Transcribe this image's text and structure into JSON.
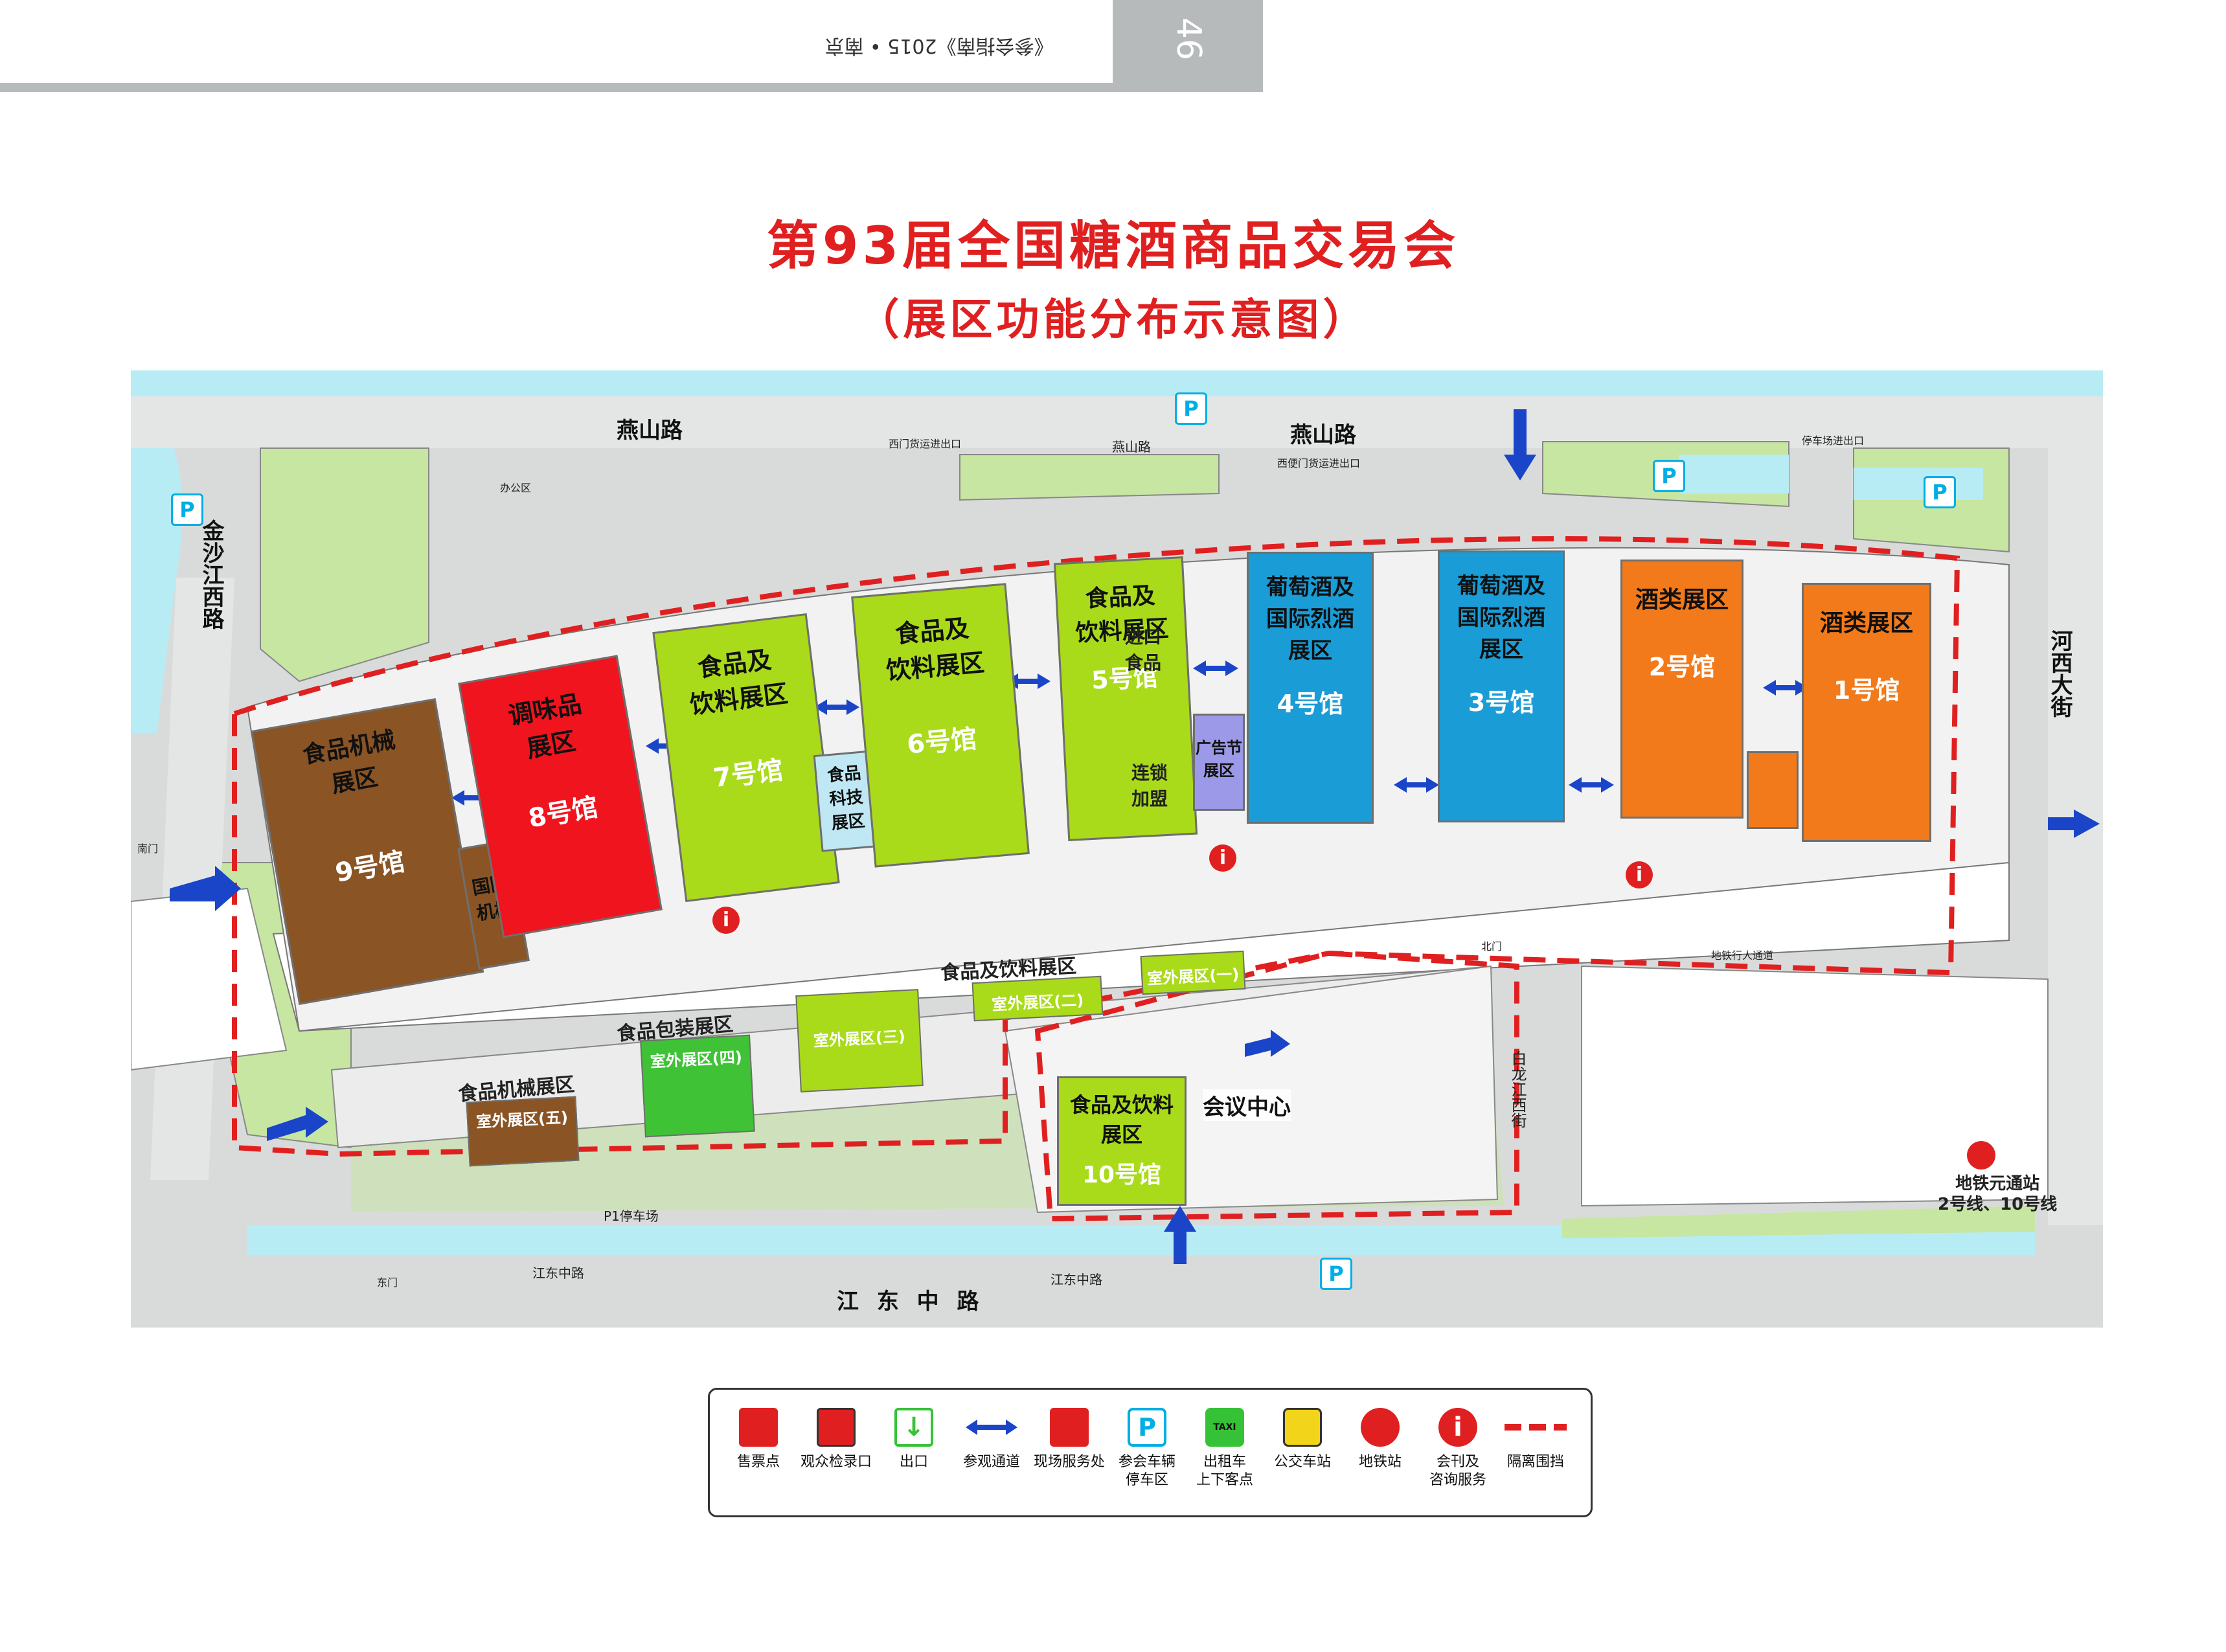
{
  "header": {
    "page_number": "46",
    "running_header": "《参会指南》2015 • 南京"
  },
  "title": "第93届全国糖酒商品交易会",
  "subtitle": "（展区功能分布示意图）",
  "colors": {
    "red": "#e02020",
    "brown": "#8a5424",
    "green": "#a9db1a",
    "blue": "#1a9cd6",
    "orange": "#f27a1a",
    "purple": "#9b99e8",
    "lightblue": "#bfe8f4",
    "river": "#b8ecf4",
    "greenspace": "#c6e6a2",
    "fence": "#e02020"
  },
  "roads": {
    "north_1": "燕山路",
    "north_2": "燕山路",
    "north_small": "燕山路",
    "west": "金沙江西路",
    "east": "河西大街",
    "south": "江    东    中    路",
    "south_small_1": "江东中路",
    "south_small_2": "江东中路",
    "inner_east": "白龙江西街"
  },
  "small_labels": {
    "west_gate": "西门货运进出口",
    "west_gate2": "西便门货运进出口",
    "parking_exit": "停车场进出口",
    "office": "办公区",
    "south_gate": "南门",
    "east_gate": "东门",
    "north_gate": "北门",
    "p1": "P1停车场",
    "metro_walk": "地铁行人通道"
  },
  "halls": {
    "h9": {
      "line1": "食品机械",
      "line2": "展区",
      "line3": "9号馆"
    },
    "h9b": {
      "line1": "国际",
      "line2": "机械"
    },
    "h8": {
      "line1": "调味品",
      "line2": "展区",
      "line3": "8号馆"
    },
    "h7": {
      "line1": "食品及",
      "line2": "饮料展区",
      "line3": "7号馆"
    },
    "tech": {
      "line1": "食品",
      "line2": "科技",
      "line3": "展区"
    },
    "h6": {
      "line1": "食品及",
      "line2": "饮料展区",
      "line3": "6号馆"
    },
    "h5": {
      "line1": "食品及",
      "line2": "饮料展区",
      "line3": "5号馆"
    },
    "h5a": {
      "line1": "进口",
      "line2": "食品"
    },
    "h5b": {
      "line1": "连锁",
      "line2": "加盟"
    },
    "ad": {
      "line1": "广告节",
      "line2": "展区"
    },
    "h4": {
      "line1": "葡萄酒及",
      "line2": "国际烈酒",
      "line3": "展区",
      "line4": "4号馆"
    },
    "h3": {
      "line1": "葡萄酒及",
      "line2": "国际烈酒",
      "line3": "展区",
      "line4": "3号馆"
    },
    "h2": {
      "line1": "酒类展区",
      "line2": "2号馆"
    },
    "h1": {
      "line1": "酒类展区",
      "line2": "1号馆"
    },
    "h10": {
      "line1": "食品及饮料",
      "line2": "展区",
      "line3": "10号馆"
    },
    "meeting": "会议中心"
  },
  "outdoor": {
    "food_bev": "食品及饮料展区",
    "o1": "室外展区(一)",
    "o2": "室外展区(二)",
    "o3": "室外展区(三)",
    "pack": "食品包装展区",
    "o4": "室外展区(四)",
    "mach": "食品机械展区",
    "o5": "室外展区(五)"
  },
  "metro": {
    "line1": "地铁元通站",
    "line2": "2号线、10号线"
  },
  "legend": [
    {
      "icon": "ticket-icon",
      "label": "售票点"
    },
    {
      "icon": "checkin-icon",
      "label": "观众检录口"
    },
    {
      "icon": "exit-icon",
      "label": "出口"
    },
    {
      "icon": "passage-arrow-icon",
      "label": "参观通道"
    },
    {
      "icon": "service-icon",
      "label": "现场服务处"
    },
    {
      "icon": "parking-icon",
      "label": "参会车辆\n停车区"
    },
    {
      "icon": "taxi-icon",
      "label": "出租车\n上下客点"
    },
    {
      "icon": "bus-icon",
      "label": "公交车站"
    },
    {
      "icon": "metro-icon",
      "label": "地铁站"
    },
    {
      "icon": "info-icon",
      "label": "会刊及\n咨询服务"
    },
    {
      "icon": "fence-icon",
      "label": "隔离围挡"
    }
  ],
  "legend_glyphs": {
    "parking": "P",
    "info": "i",
    "taxi": "TAXI",
    "exit": "↓"
  }
}
